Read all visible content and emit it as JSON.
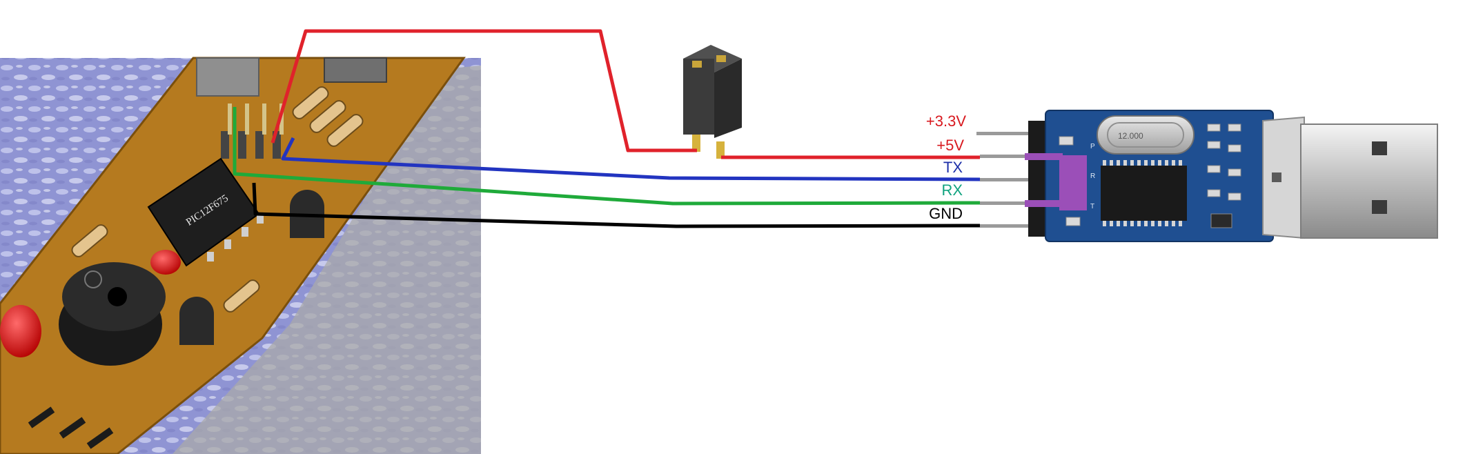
{
  "usb_adapter": {
    "pins": [
      {
        "label": "+3.3V",
        "color": "#d8191f"
      },
      {
        "label": "+5V",
        "color": "#d8191f"
      },
      {
        "label": "TX",
        "color": "#1d2fa8"
      },
      {
        "label": "RX",
        "color": "#11a37f"
      },
      {
        "label": "GND",
        "color": "#000000"
      }
    ],
    "silk_labels": [
      "P",
      "R",
      "T"
    ],
    "crystal_text": "12.000"
  },
  "pcb": {
    "chip_marking": "PIC12F675"
  },
  "colors": {
    "wire_red": "#e0222b",
    "wire_blue": "#2234c0",
    "wire_green": "#1faa3a",
    "wire_black": "#000000",
    "pcb_fill": "#b57a1f",
    "usb_board": "#1f4f91",
    "purple_jumper": "#9b4fb8"
  }
}
